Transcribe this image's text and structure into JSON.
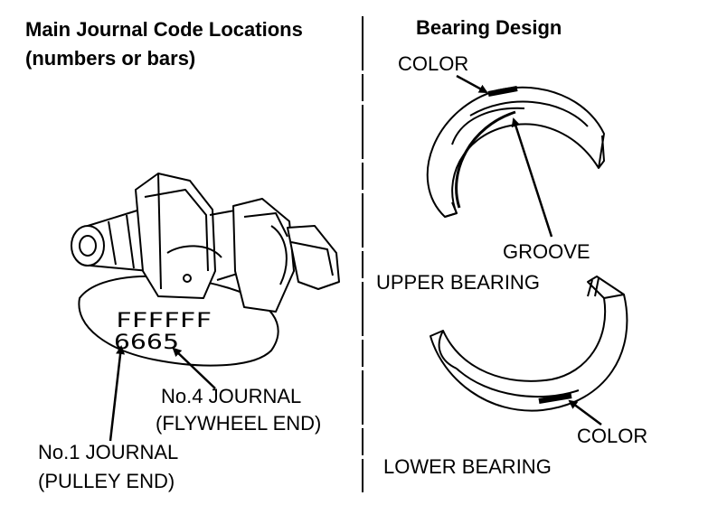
{
  "left_panel": {
    "title_line1": "Main Journal Code Locations",
    "title_line2": "(numbers or bars)",
    "code_letters": "FFFFFF",
    "code_numbers": "6665",
    "journal4_label": "No.4  JOURNAL",
    "journal4_sub": "(FLYWHEEL  END)",
    "journal1_label": "No.1 JOURNAL",
    "journal1_sub": "(PULLEY  END)"
  },
  "right_panel": {
    "title": "Bearing Design",
    "color_top": "COLOR",
    "groove": "GROOVE",
    "upper_bearing": "UPPER  BEARING",
    "color_bottom": "COLOR",
    "lower_bearing": "LOWER  BEARING"
  },
  "colors": {
    "ink": "#000000",
    "paper": "#ffffff"
  }
}
